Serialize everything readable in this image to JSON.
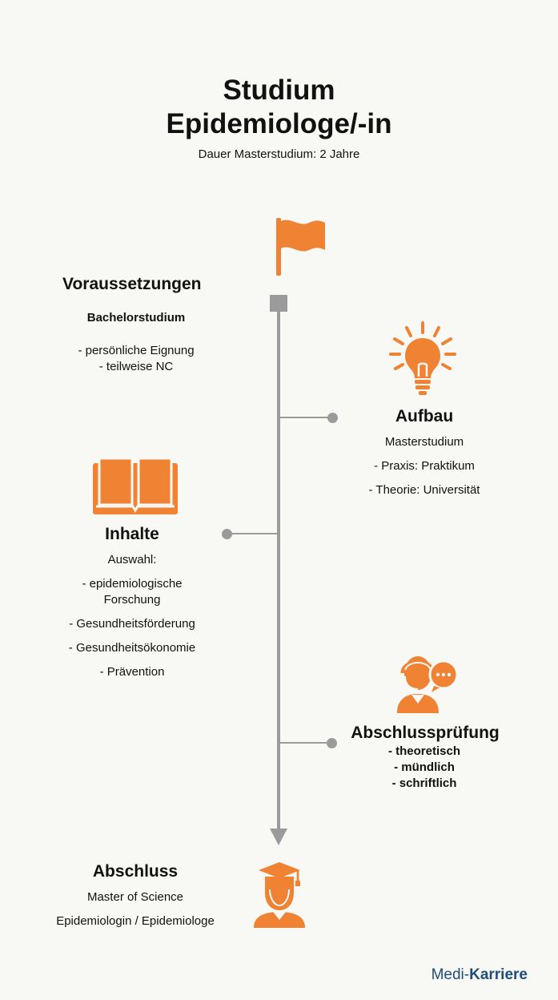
{
  "header": {
    "title_line1": "Studium",
    "title_line2": "Epidemiologe/-in",
    "subtitle": "Dauer Masterstudium: 2 Jahre"
  },
  "voraussetzungen": {
    "title": "Voraussetzungen",
    "main": "Bachelorstudium",
    "items": [
      "- persönliche Eignung",
      "- teilweise NC"
    ]
  },
  "aufbau": {
    "title": "Aufbau",
    "main": "Masterstudium",
    "items": [
      "- Praxis: Praktikum",
      "- Theorie: Universität"
    ]
  },
  "inhalte": {
    "title": "Inhalte",
    "main": "Auswahl:",
    "items": [
      "- epidemiologische Forschung",
      "- Gesundheitsförderung",
      "- Gesundheitsökonomie",
      "- Prävention"
    ]
  },
  "abschlusspruefung": {
    "title": "Abschlussprüfung",
    "items": [
      "- theoretisch",
      "- mündlich",
      "- schriftlich"
    ]
  },
  "abschluss": {
    "title": "Abschluss",
    "line1": "Master of Science",
    "line2": "Epidemiologin / Epidemiologe"
  },
  "brand": {
    "part1": "Medi-",
    "part2": "Karriere"
  },
  "colors": {
    "accent": "#f08234",
    "line": "#9b9b9b",
    "brand": "#1f4e7a",
    "background": "#f8f8f4"
  },
  "icons": [
    "flag-icon",
    "lightbulb-icon",
    "book-icon",
    "support-agent-icon",
    "graduate-icon"
  ]
}
